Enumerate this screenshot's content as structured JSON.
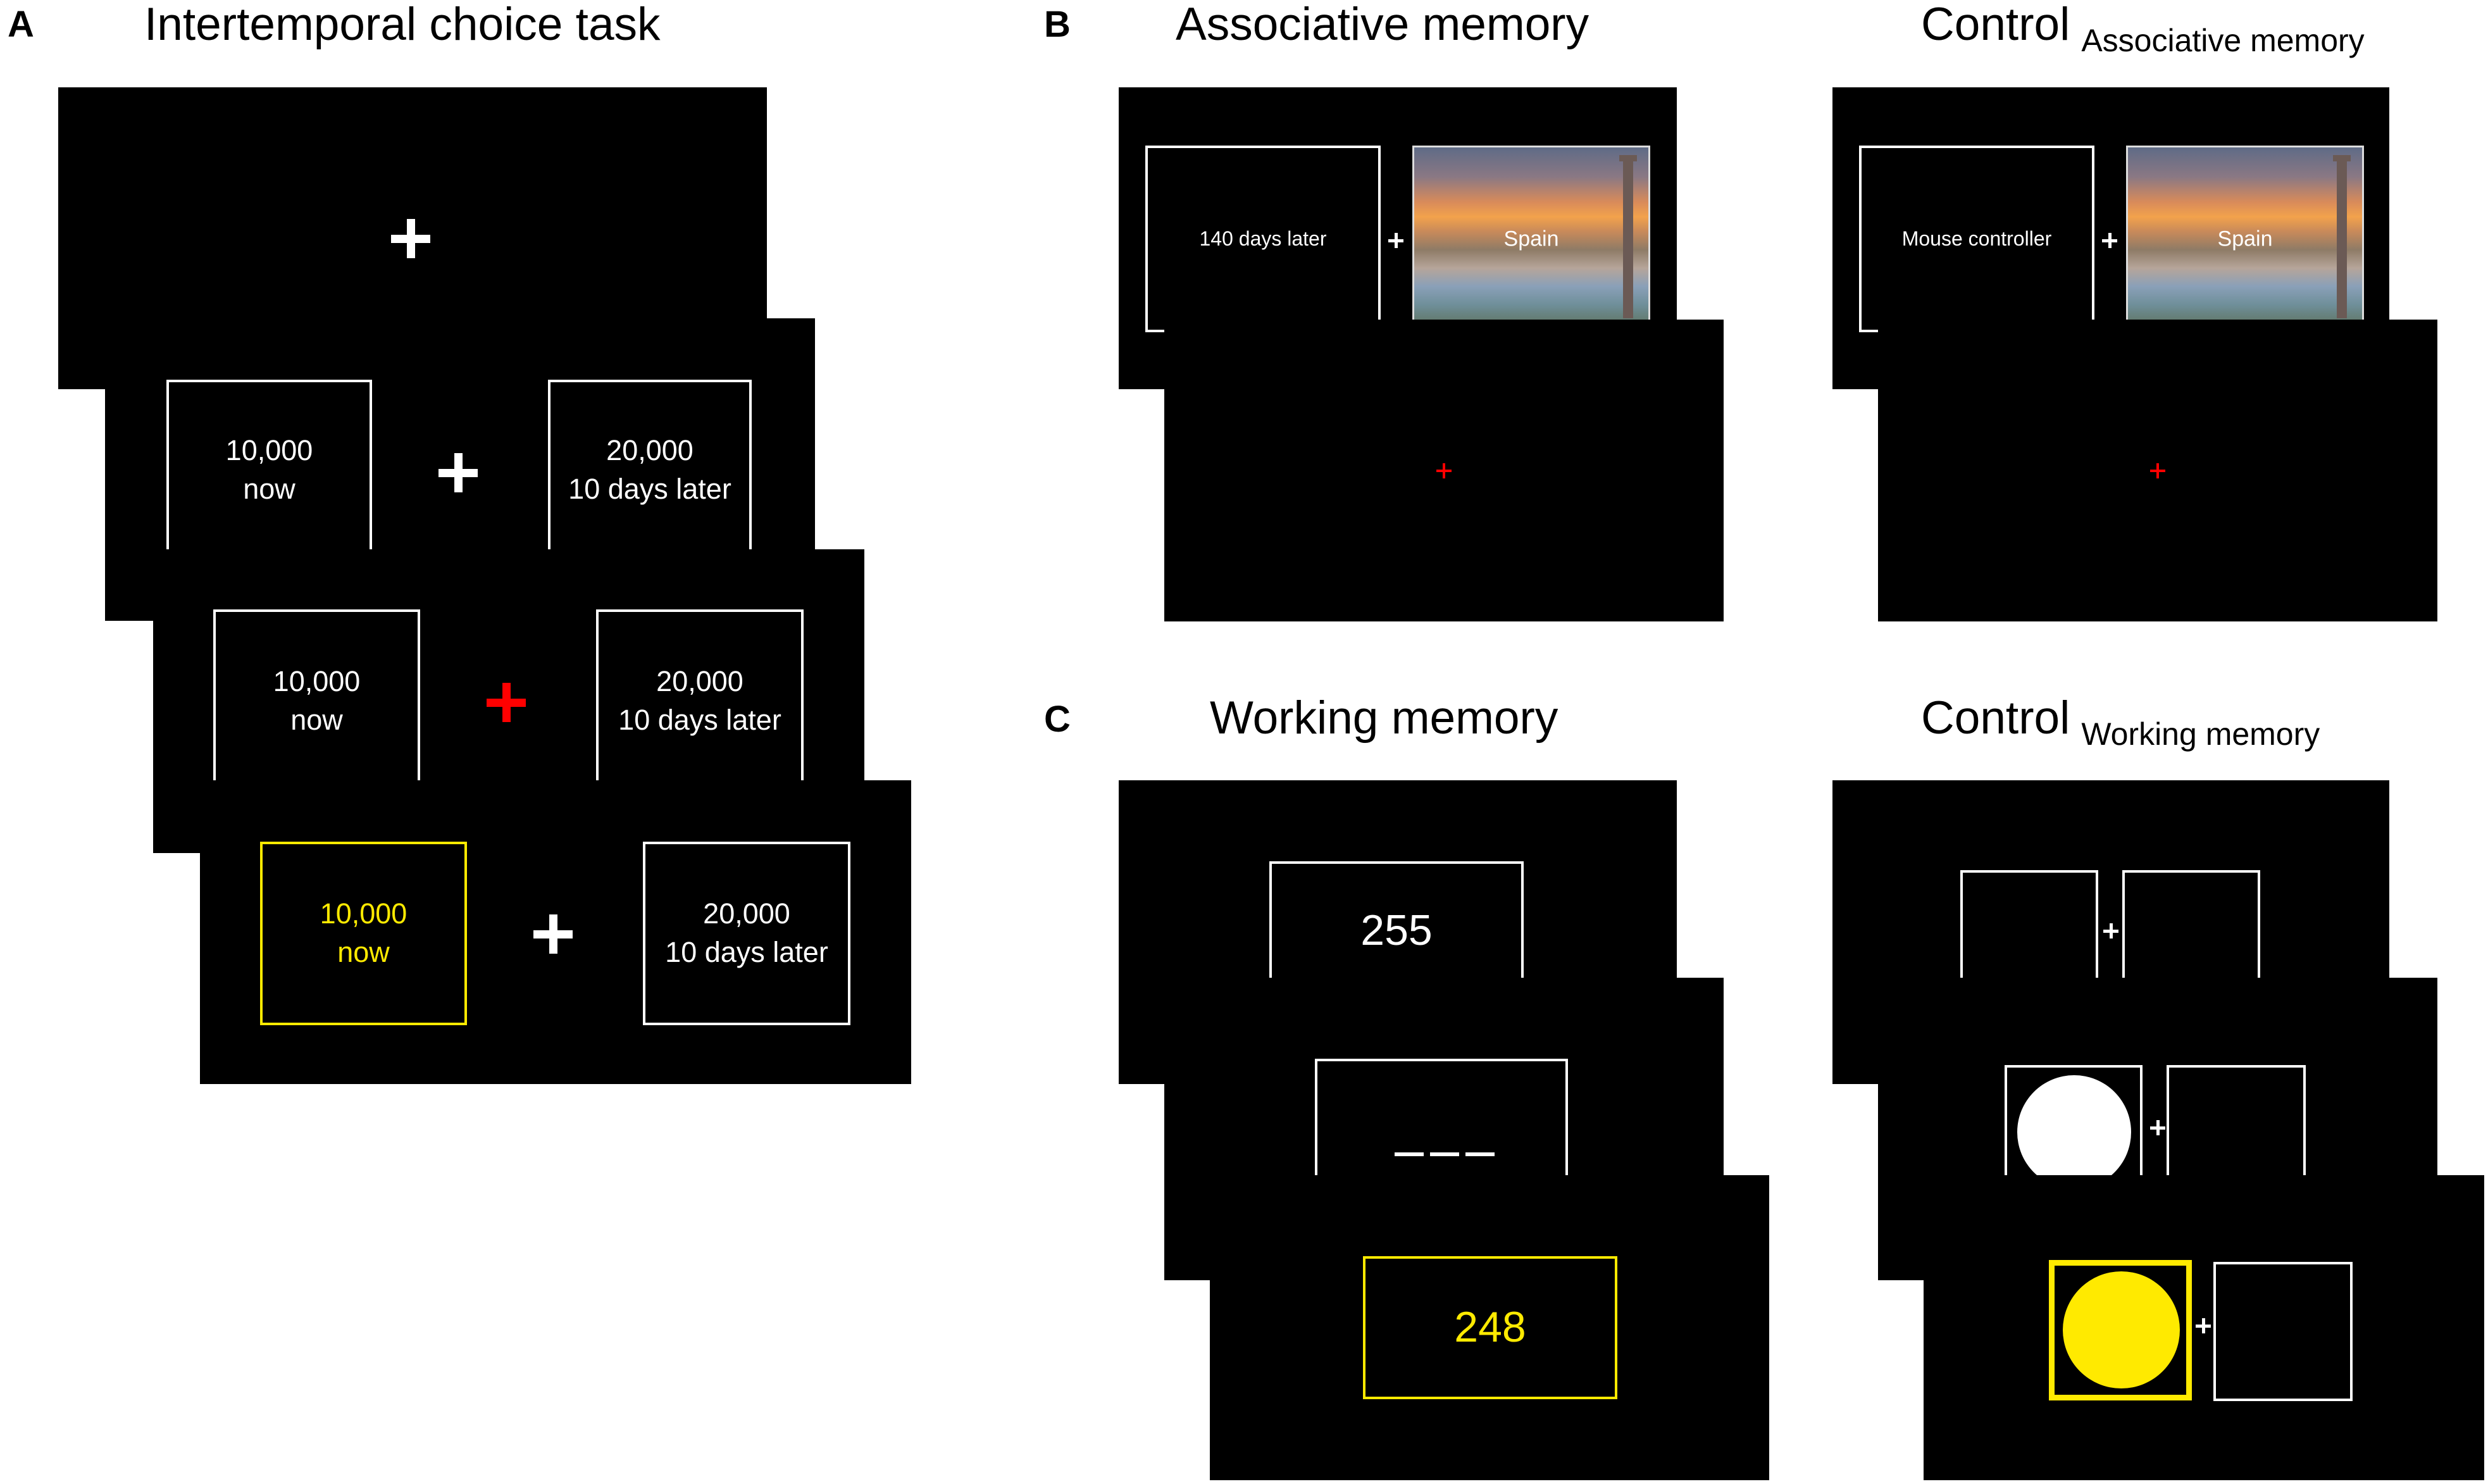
{
  "panels": {
    "a": {
      "letter": "A",
      "title": "Intertemporal choice task",
      "screens": {
        "s2": {
          "left_amount": "10,000",
          "left_time": "now",
          "right_amount": "20,000",
          "right_time": "10 days later"
        },
        "s3": {
          "left_amount": "10,000",
          "left_time": "now",
          "right_amount": "20,000",
          "right_time": "10 days later"
        },
        "s4": {
          "left_amount": "10,000",
          "left_time": "now",
          "right_amount": "20,000",
          "right_time": "10 days later"
        }
      }
    },
    "b": {
      "letter": "B",
      "title": "Associative memory",
      "control_title": "Control",
      "control_subtitle": "Associative memory",
      "cue_text": "140 days later",
      "control_cue_text": "Mouse controller",
      "image_label": "Spain"
    },
    "c": {
      "letter": "C",
      "title": "Working memory",
      "control_title": "Control",
      "control_subtitle": "Working memory",
      "first_number": "255",
      "response_number": "248"
    }
  },
  "colors": {
    "screen": "#000000",
    "stimulus": "#ffffff",
    "fixation_go": "#ff0000",
    "selection": "#ffea00"
  },
  "icons": [
    "fixation-cross",
    "red-fixation-cross",
    "photo-spain",
    "white-circle",
    "yellow-circle"
  ]
}
